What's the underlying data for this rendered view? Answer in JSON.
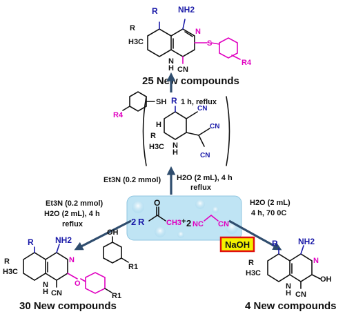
{
  "top_product": {
    "count_label": "25 New compounds",
    "atoms": {
      "r": "R",
      "nh2": "NH2",
      "s": "S",
      "n": "N",
      "nh": "N\nH",
      "h3c": "H3C",
      "cn": "CN",
      "r4": "R4"
    }
  },
  "thiol": {
    "r4": "R4",
    "sh": "SH"
  },
  "step_thiol": {
    "conditions": "1 h, reflux"
  },
  "intermediate": {
    "atoms": {
      "r": "R",
      "h": "H",
      "h3c": "H3C",
      "nh": "N\nH",
      "cn": [
        "CN",
        "CN",
        "CN"
      ],
      "r2": "R"
    }
  },
  "step_intermediate": {
    "base": "Et3N (0.2 mmol)",
    "conditions_line1": "H2O (2 mL), 4 h",
    "conditions_line2": "reflux"
  },
  "reactants": {
    "coef1": "2",
    "r": "R",
    "ch3": "CH3",
    "plus": "+",
    "coef2": "2",
    "nc": "NC",
    "cn": "CN",
    "o": "O"
  },
  "left_conditions": {
    "line1": "Et3N (0.2 mmol)",
    "line2": "H2O (2 mL), 4 h",
    "line3": "reflux"
  },
  "phenol": {
    "oh": "OH",
    "r1": "R1"
  },
  "left_product": {
    "count_label": "30 New compounds",
    "atoms": {
      "r": "R",
      "nh2": "NH2",
      "h3c": "H3C",
      "nh": "N\nH",
      "n": "N",
      "o": "O",
      "cn": "CN",
      "r1": "R1"
    }
  },
  "right_conditions": {
    "line1": "H2O (2 mL)",
    "line2": "4 h, 70 0C",
    "catalyst": "NaOH"
  },
  "right_product": {
    "count_label": "4 New compounds",
    "atoms": {
      "r": "R",
      "nh2": "NH2",
      "h3c": "H3C",
      "nh": "N\nH",
      "n": "N",
      "oh": "OH",
      "cn": "CN"
    }
  },
  "colors": {
    "arrow": "#2f4d6e",
    "box_fill": "#bfe4f4",
    "naoh_fill": "#f5f000",
    "naoh_border": "#e01010",
    "label_blue": "#1a1aa8",
    "label_magenta": "#e000c0"
  }
}
